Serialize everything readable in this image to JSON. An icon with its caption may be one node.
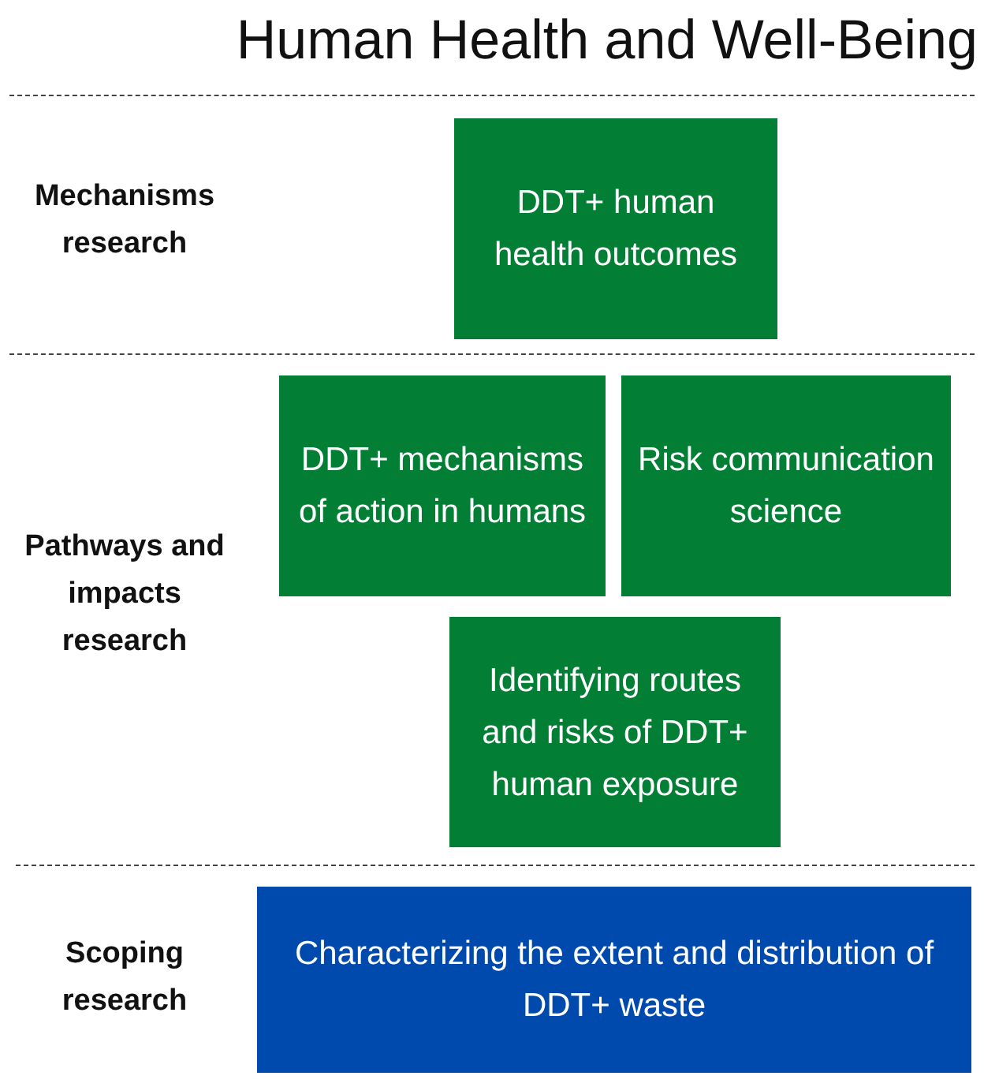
{
  "diagram": {
    "title": "Human Health and Well-Being",
    "nodes": [
      {
        "text": [
          "DDT+ human health outcomes"
        ]
      },
      {
        "text": [
          "DDT+ mechanisms of action in humans"
        ]
      },
      {
        "text": [
          "Risk communication science"
        ]
      },
      {
        "text": [
          "Identifying routes and risks of DDT+ human exposure"
        ]
      },
      {
        "text": [
          "Characterizing the extent and distribution of DDT+ waste"
        ]
      }
    ],
    "labels": [
      "Mechanisms research",
      "Pathways and impacts research",
      "Scoping research"
    ]
  }
}
